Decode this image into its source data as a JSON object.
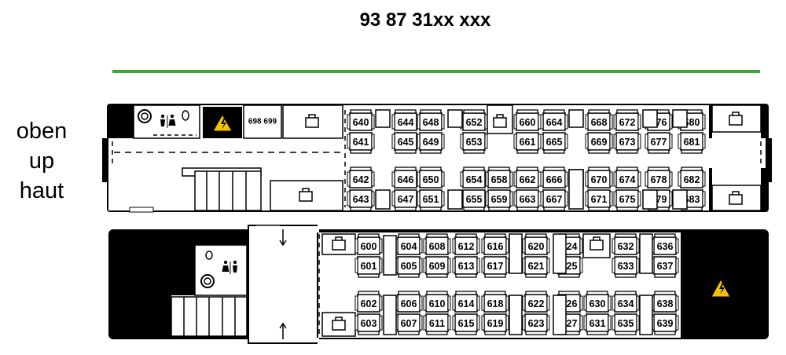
{
  "title": "93 87 31xx xxx",
  "level_label": [
    "oben",
    "up",
    "haut"
  ],
  "accent_color": "#3aaa35",
  "warning_color": "#f5c400",
  "upper_deck": {
    "toilet_seats_label": "698 699",
    "seats": [
      {
        "n": "640"
      },
      {
        "n": "641"
      },
      {
        "n": "642"
      },
      {
        "n": "643"
      },
      {
        "n": "644"
      },
      {
        "n": "645"
      },
      {
        "n": "646"
      },
      {
        "n": "647"
      },
      {
        "n": "648"
      },
      {
        "n": "649"
      },
      {
        "n": "650"
      },
      {
        "n": "651"
      },
      {
        "n": "652"
      },
      {
        "n": "653"
      },
      {
        "n": "654"
      },
      {
        "n": "655"
      },
      {
        "n": "658"
      },
      {
        "n": "659"
      },
      {
        "n": "660"
      },
      {
        "n": "661"
      },
      {
        "n": "662"
      },
      {
        "n": "663"
      },
      {
        "n": "664"
      },
      {
        "n": "665"
      },
      {
        "n": "666"
      },
      {
        "n": "667"
      },
      {
        "n": "668"
      },
      {
        "n": "669"
      },
      {
        "n": "670"
      },
      {
        "n": "671"
      },
      {
        "n": "672"
      },
      {
        "n": "673"
      },
      {
        "n": "674"
      },
      {
        "n": "675"
      },
      {
        "n": "676"
      },
      {
        "n": "677"
      },
      {
        "n": "678"
      },
      {
        "n": "679"
      },
      {
        "n": "680"
      },
      {
        "n": "681"
      },
      {
        "n": "682"
      },
      {
        "n": "683"
      }
    ]
  },
  "lower_deck": {
    "seats": [
      {
        "n": "600"
      },
      {
        "n": "601"
      },
      {
        "n": "602"
      },
      {
        "n": "603"
      },
      {
        "n": "604"
      },
      {
        "n": "605"
      },
      {
        "n": "606"
      },
      {
        "n": "607"
      },
      {
        "n": "608"
      },
      {
        "n": "609"
      },
      {
        "n": "610"
      },
      {
        "n": "611"
      },
      {
        "n": "612"
      },
      {
        "n": "613"
      },
      {
        "n": "614"
      },
      {
        "n": "615"
      },
      {
        "n": "616"
      },
      {
        "n": "617"
      },
      {
        "n": "618"
      },
      {
        "n": "619"
      },
      {
        "n": "620"
      },
      {
        "n": "621"
      },
      {
        "n": "622"
      },
      {
        "n": "623"
      },
      {
        "n": "624"
      },
      {
        "n": "625"
      },
      {
        "n": "626"
      },
      {
        "n": "627"
      },
      {
        "n": "630"
      },
      {
        "n": "631"
      },
      {
        "n": "632"
      },
      {
        "n": "633"
      },
      {
        "n": "634"
      },
      {
        "n": "635"
      },
      {
        "n": "636"
      },
      {
        "n": "637"
      },
      {
        "n": "638"
      },
      {
        "n": "639"
      }
    ]
  },
  "icons": [
    "toilet-icon",
    "luggage-icon",
    "high-voltage-warning-icon",
    "door-arrow-icon",
    "stairs-icon"
  ]
}
